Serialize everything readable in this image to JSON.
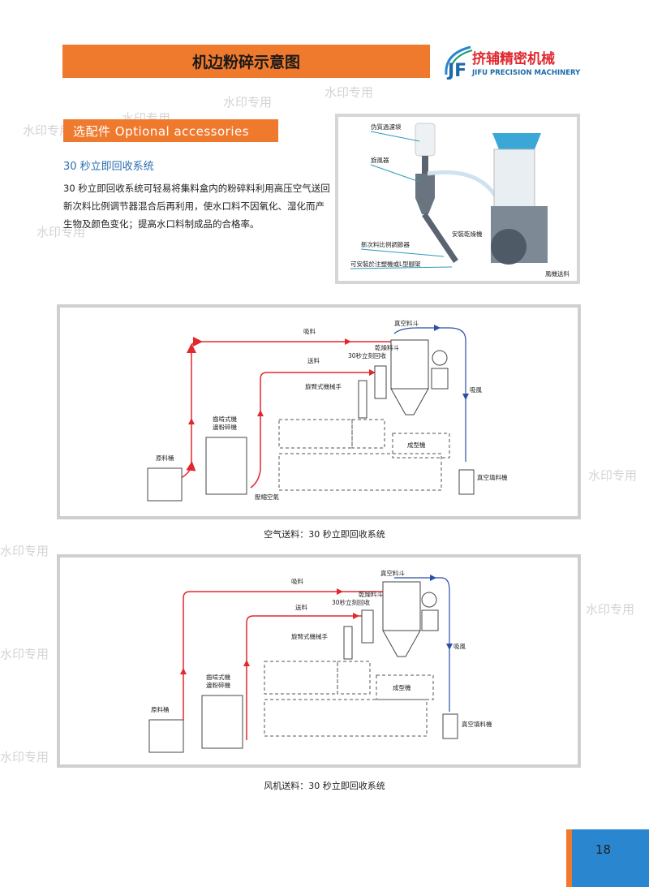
{
  "header": {
    "title": "机边粉碎示意图",
    "logo_cn": "挤辅精密机械",
    "logo_en": "JIFU PRECISION MACHINERY",
    "logo_mark": "JF"
  },
  "section": {
    "label": "选配件 Optional accessories",
    "subtitle": "30 秒立即回收系统",
    "paragraph": "30 秒立即回收系统可轻易将集料盒内的粉碎料利用高压空气送回新次料比例调节器混合后再利用，使水口料不因氧化、湿化而产生物及颜色变化；提高水口料制成品的合格率。"
  },
  "photo": {
    "labels": [
      "伪質過濾袋",
      "旋風器",
      "安裝乾燥機",
      "新次料比例調節器",
      "可安裝於注塑機或L型腳架",
      "風機送料"
    ]
  },
  "diagram1": {
    "labels": {
      "suction": "吸料",
      "hopper": "真空料斗",
      "dryer": "乾燥料斗",
      "recover": "30秒立刻回收",
      "feed": "送料",
      "robot": "旋臂式機械手",
      "air": "吸風",
      "crusher1": "齒啃式機",
      "crusher2": "邊粉碎機",
      "raw": "原料桶",
      "molding": "成型機",
      "loader": "真空填料機",
      "compressed": "壓縮空氣"
    },
    "caption": "空气送料：30 秒立即回收系统"
  },
  "diagram2": {
    "labels": {
      "suction": "吸料",
      "hopper": "真空料斗",
      "dryer": "乾燥料斗",
      "recover": "30秒立刻回收",
      "feed": "送料",
      "robot": "旋臂式機械手",
      "air": "吸風",
      "crusher1": "齒啃式機",
      "crusher2": "邊粉碎機",
      "raw": "原料桶",
      "molding": "成型機",
      "loader": "真空填料機"
    },
    "caption": "风机送料：30 秒立即回收系统"
  },
  "page_number": "18",
  "watermark": "水印专用",
  "colors": {
    "orange": "#ef7a2e",
    "blue": "#2a86cf",
    "red": "#e0282e",
    "flow_blue": "#2b4fa8"
  }
}
